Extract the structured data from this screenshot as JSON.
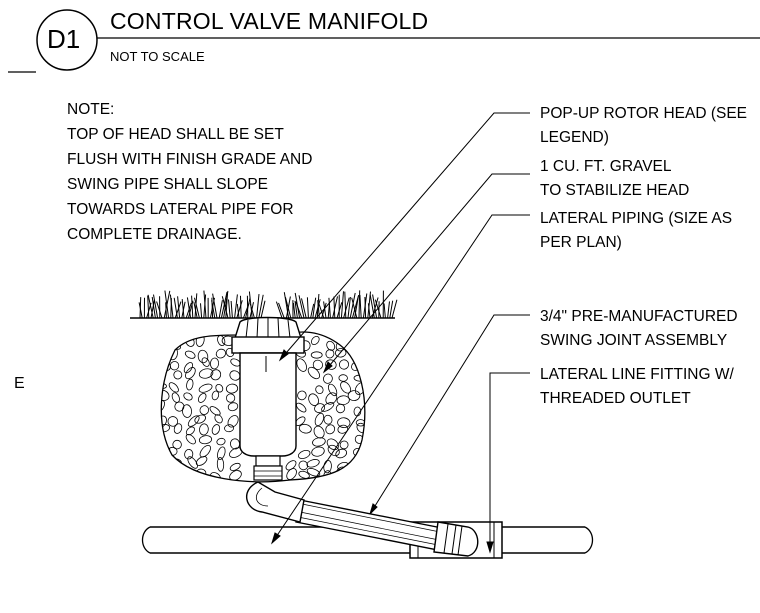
{
  "header": {
    "detail_id": "D1",
    "title": "CONTROL VALVE MANIFOLD",
    "scale_note": "NOT TO SCALE"
  },
  "note": {
    "heading": "NOTE:",
    "lines": [
      "TOP OF HEAD SHALL BE SET",
      "FLUSH WITH FINISH GRADE AND",
      "SWING PIPE SHALL SLOPE",
      "TOWARDS LATERAL PIPE FOR",
      "COMPLETE DRAINAGE."
    ]
  },
  "side_marker": "E",
  "callouts": [
    {
      "lines": [
        "POP-UP ROTOR HEAD (SEE",
        "LEGEND)"
      ]
    },
    {
      "lines": [
        "1 CU. FT. GRAVEL",
        "TO STABILIZE HEAD"
      ]
    },
    {
      "lines": [
        "LATERAL PIPING (SIZE AS",
        "PER PLAN)"
      ]
    },
    {
      "lines": [
        "3/4\" PRE-MANUFACTURED",
        "SWING JOINT ASSEMBLY"
      ]
    },
    {
      "lines": [
        "LATERAL LINE FITTING W/",
        "THREADED OUTLET"
      ]
    }
  ]
}
